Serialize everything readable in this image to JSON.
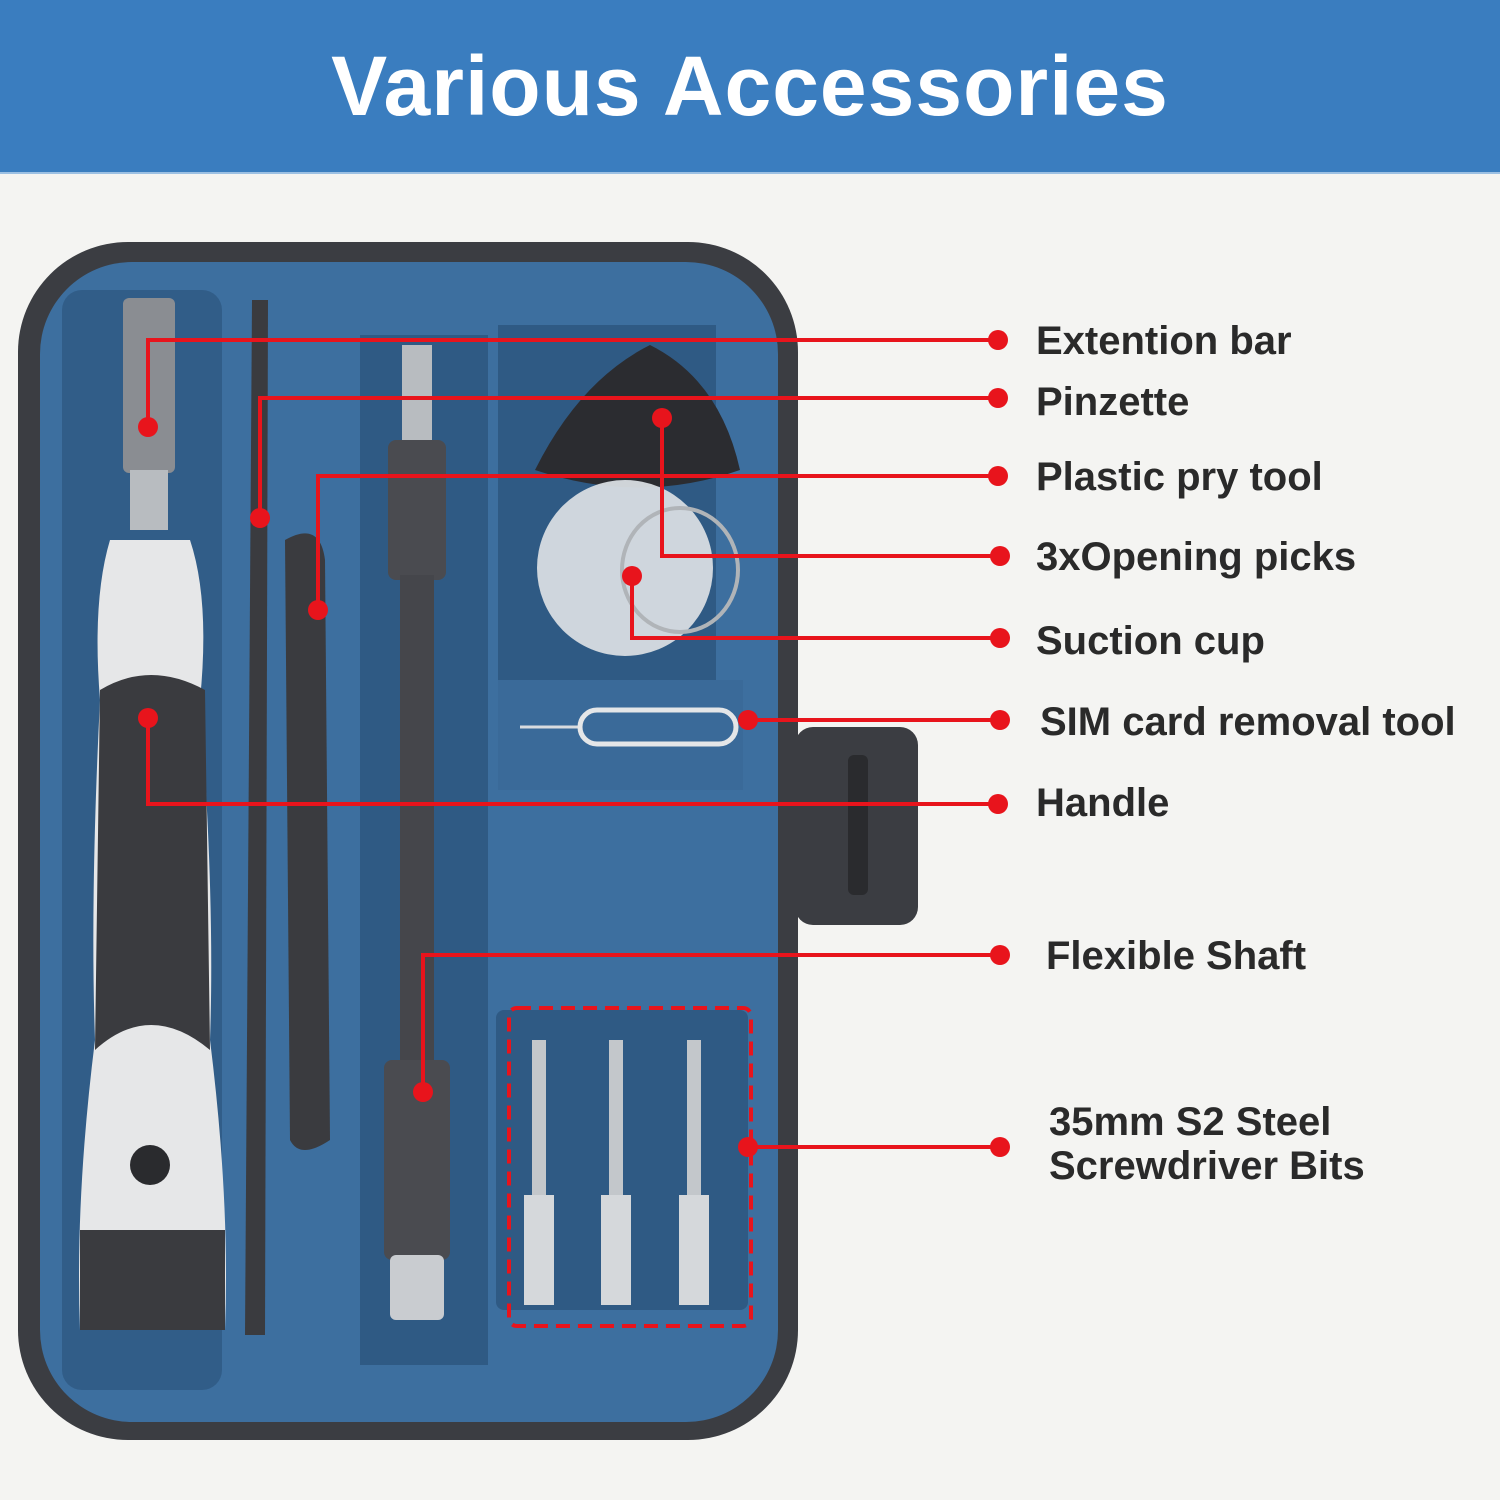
{
  "title": "Various Accessories",
  "colors": {
    "banner": "#3a7dbf",
    "callout": "#e8141c",
    "case_outer": "#3b3d42",
    "case_inner": "#3d6f9f"
  },
  "callouts": [
    {
      "label": "Extention bar"
    },
    {
      "label": "Pinzette"
    },
    {
      "label": "Plastic pry tool"
    },
    {
      "label": "3xOpening picks"
    },
    {
      "label": "Suction cup"
    },
    {
      "label": "SIM card removal tool"
    },
    {
      "label": "Handle"
    },
    {
      "label": "Flexible Shaft"
    },
    {
      "label_line1": "35mm S2 Steel",
      "label_line2": "Screwdriver Bits"
    }
  ]
}
